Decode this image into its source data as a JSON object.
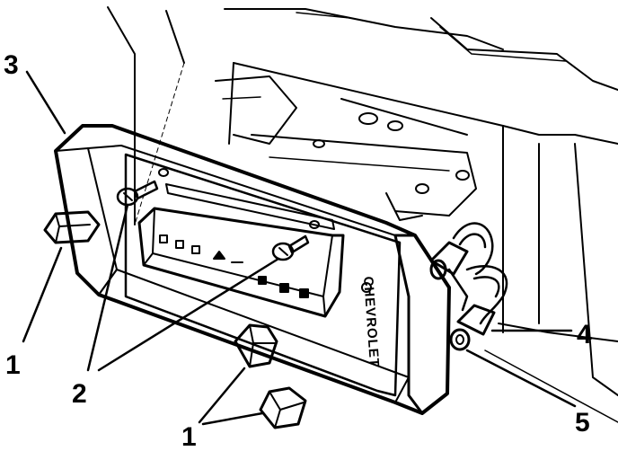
{
  "diagram": {
    "panel_brand": "CHEVROLET",
    "callouts": [
      {
        "id": "c3",
        "label": "3"
      },
      {
        "id": "c1a",
        "label": "1"
      },
      {
        "id": "c2",
        "label": "2"
      },
      {
        "id": "c1b",
        "label": "1"
      },
      {
        "id": "c4",
        "label": "4"
      },
      {
        "id": "c5",
        "label": "5"
      }
    ],
    "colors": {
      "ink": "#000000",
      "paper": "#ffffff"
    }
  }
}
